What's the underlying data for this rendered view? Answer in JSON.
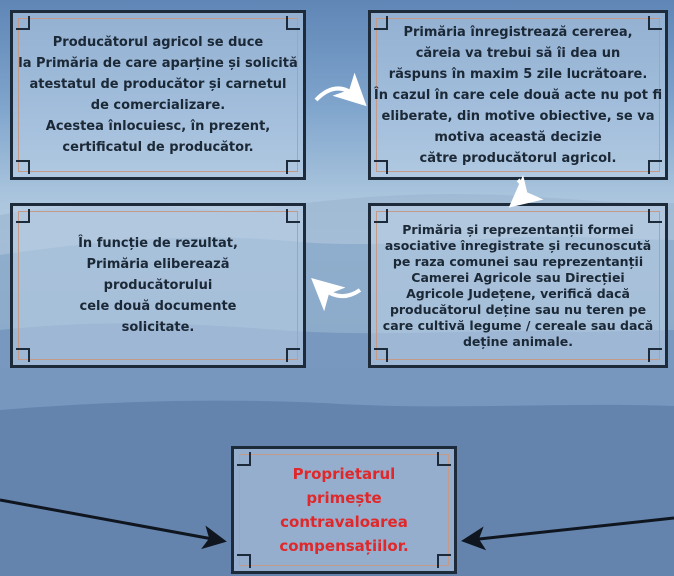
{
  "boxes": [
    {
      "id": "box-1",
      "lines": [
        "Producătorul agricol se duce",
        "la Primăria de care aparține și solicită",
        "atestatul de producător și carnetul",
        "de comercializare.",
        "Acestea înlocuiesc, în prezent,",
        "certificatul de producător."
      ]
    },
    {
      "id": "box-2",
      "lines": [
        "Primăria înregistrează cererea,",
        "căreia va trebui să îi dea un",
        "răspuns în maxim 5 zile lucrătoare.",
        "În cazul în care cele două acte nu pot fi",
        "eliberate, din motive obiective, se va",
        "motiva această decizie",
        "către producătorul agricol."
      ]
    },
    {
      "id": "box-3",
      "lines": [
        "În funcție de rezultat,",
        "Primăria eliberează",
        "producătorului",
        "cele două documente",
        "solicitate."
      ]
    },
    {
      "id": "box-4",
      "lines": [
        "Primăria și reprezentanții formei",
        "asociative înregistrate și recunoscută",
        "pe raza comunei sau reprezentanții",
        "Camerei Agricole sau Direcției",
        "Agricole Județene, verifică dacă",
        "producătorul deține sau nu teren pe",
        "care cultivă legume / cereale sau dacă",
        "deține animale."
      ]
    },
    {
      "id": "box-5",
      "lines": [
        "Proprietarul",
        "primește",
        "contravaloarea",
        "compensațiilor."
      ]
    }
  ],
  "colors": {
    "text": "#1b2836",
    "highlight": "#e0282b",
    "arrow": "#ffffff",
    "frame": "#1c2a3a"
  }
}
